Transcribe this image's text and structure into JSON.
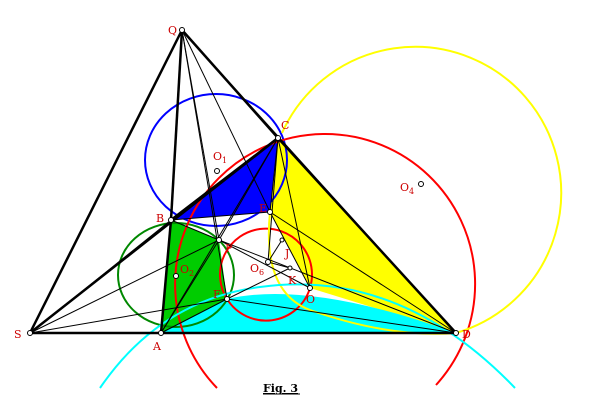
{
  "figure": {
    "caption": "Fig. 3",
    "points": [
      {
        "id": "Q",
        "label": "Q"
      },
      {
        "id": "C",
        "label": "C"
      },
      {
        "id": "B",
        "label": "B"
      },
      {
        "id": "E",
        "label": "E"
      },
      {
        "id": "P",
        "label": "P"
      },
      {
        "id": "J",
        "label": "J"
      },
      {
        "id": "K",
        "label": "K"
      },
      {
        "id": "F",
        "label": "F"
      },
      {
        "id": "O",
        "label": "O"
      },
      {
        "id": "A",
        "label": "A"
      },
      {
        "id": "D",
        "label": "D"
      },
      {
        "id": "S",
        "label": "S"
      }
    ],
    "centers": [
      {
        "id": "O1",
        "base": "O",
        "sub": "1"
      },
      {
        "id": "O2",
        "base": "O",
        "sub": "2"
      },
      {
        "id": "O4",
        "base": "O",
        "sub": "4"
      },
      {
        "id": "O6",
        "base": "O",
        "sub": "6"
      }
    ],
    "colors": {
      "blue": "#0000ff",
      "green": "#00cc00",
      "yellow": "#ffff00",
      "cyan": "#00ffff",
      "red": "#ff0000",
      "darkgreen": "#008800",
      "label": "#cc0000"
    }
  }
}
